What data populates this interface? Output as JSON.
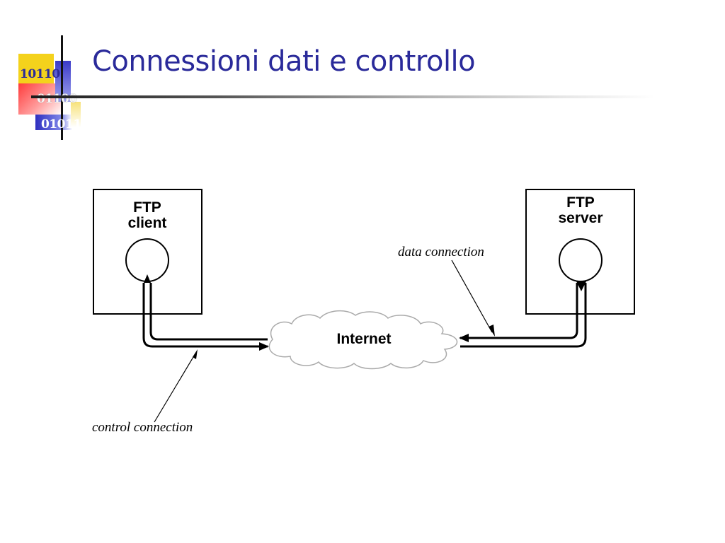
{
  "slide": {
    "title": "Connessioni dati e controllo"
  },
  "logo": {
    "bits_line1": "10110",
    "bits_line2": "01100",
    "bits_line3": "01011"
  },
  "diagram": {
    "client_label_line1": "FTP",
    "client_label_line2": "client",
    "server_label_line1": "FTP",
    "server_label_line2": "server",
    "cloud_label": "Internet",
    "data_connection_label": "data connection",
    "control_connection_label": "control connection"
  },
  "colors": {
    "title": "#2a2a9a",
    "ink": "#000000",
    "cloud_fill": "#ffffff"
  }
}
